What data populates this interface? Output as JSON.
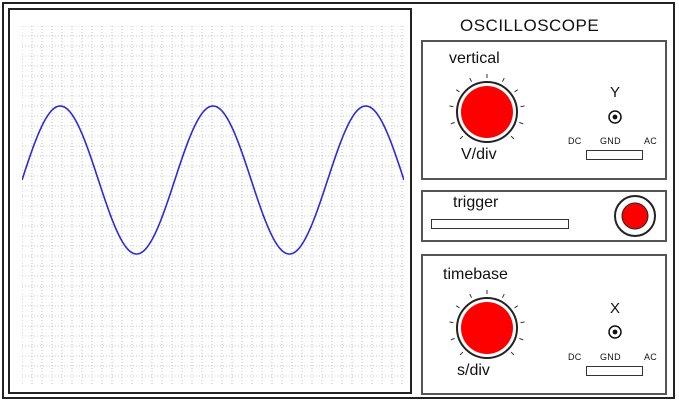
{
  "title": "OSCILLOSCOPE",
  "vertical": {
    "label": "vertical",
    "unit": "V/div",
    "channel": "Y",
    "coupling": [
      "DC",
      "GND",
      "AC"
    ]
  },
  "trigger": {
    "label": "trigger"
  },
  "timebase": {
    "label": "timebase",
    "unit": "s/div",
    "channel": "X",
    "coupling": [
      "DC",
      "GND",
      "AC"
    ]
  },
  "colors": {
    "trace": "#2b2bdc",
    "knob": "#ff0000",
    "grid": "#9a9a9a"
  },
  "chart_data": {
    "type": "line",
    "waveform": "sine",
    "cycles": 2.5,
    "phase_cycles_at_left": 0.0,
    "amplitude_divisions": 3.6,
    "grid": true,
    "title": "",
    "xlabel": "",
    "ylabel": ""
  }
}
